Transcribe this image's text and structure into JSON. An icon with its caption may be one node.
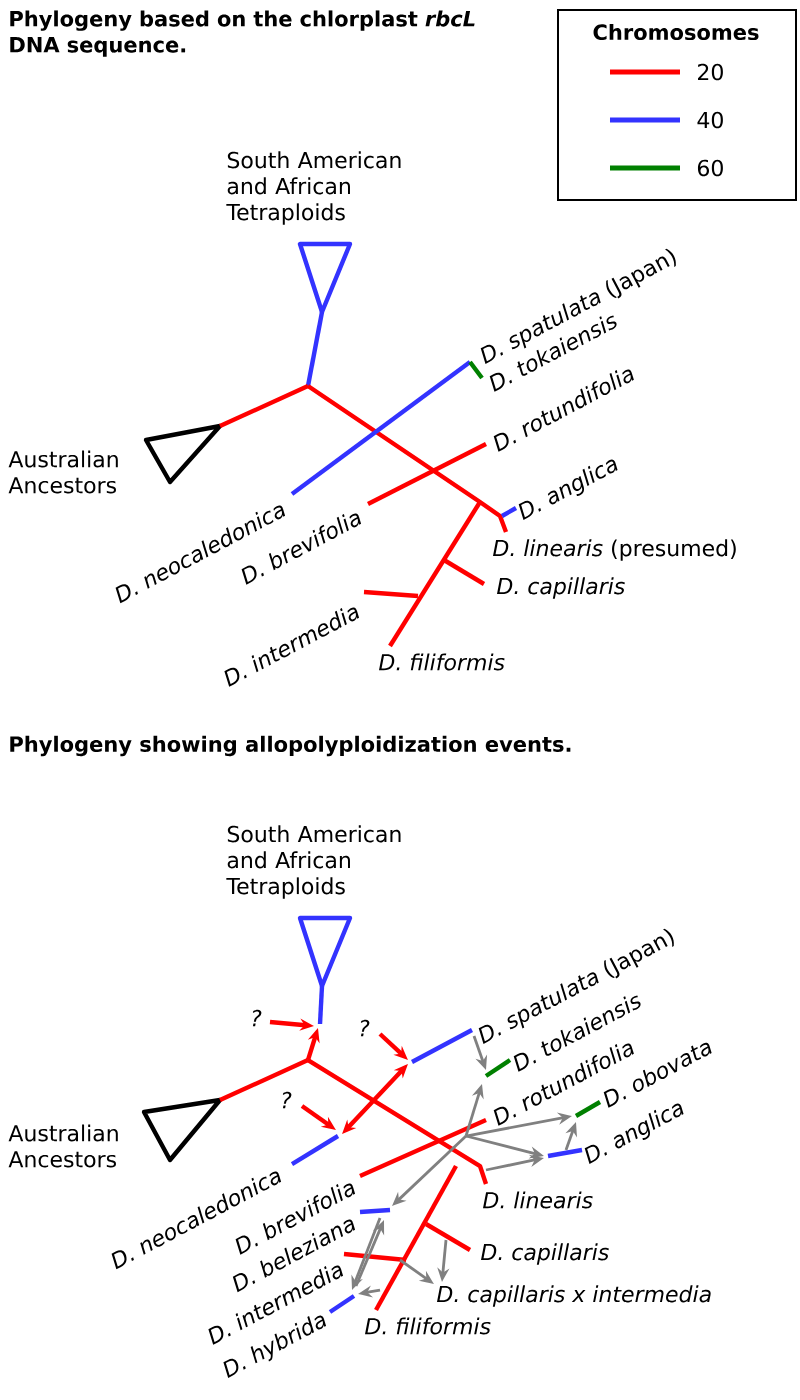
{
  "diagram": {
    "title": "Phylogeny based on the chlorplast *rbcL* DNA sequence.",
    "labels": [
      "Chromosomes",
      "South American and African Tetraploids",
      "Australian Ancestors",
      "*D. spatulata* (Japan)",
      "D. tokaiensis",
      "D. rotundifolia",
      "D. anglica",
      "D. neocaledonica",
      "D. brevifolia",
      "*D. linearis* (presumed)",
      "D. capillaris",
      "D. intermedia",
      "D. filiformis",
      "Phylogeny showing allopolyploidization events.",
      "South American and African Tetraploids",
      "?",
      "?",
      "Australian Ancestors",
      "?",
      "*D. spatulata* (Japan)",
      "D. tokaiensis",
      "D. rotundifolia",
      "D. obovata",
      "D. anglica",
      "D. neocaledonica",
      "D. brevifolia",
      "D. linearis",
      "D. beleziana",
      "D. capillaris",
      "D. intermedia",
      "D. capillaris x intermedia",
      "D. hybrida",
      "D. filiformis"
    ],
    "legend": [
      {
        "text": "20",
        "color": "#ff0000"
      },
      {
        "text": "40",
        "color": "#3333ff"
      },
      {
        "text": "60",
        "color": "#008000"
      }
    ]
  }
}
